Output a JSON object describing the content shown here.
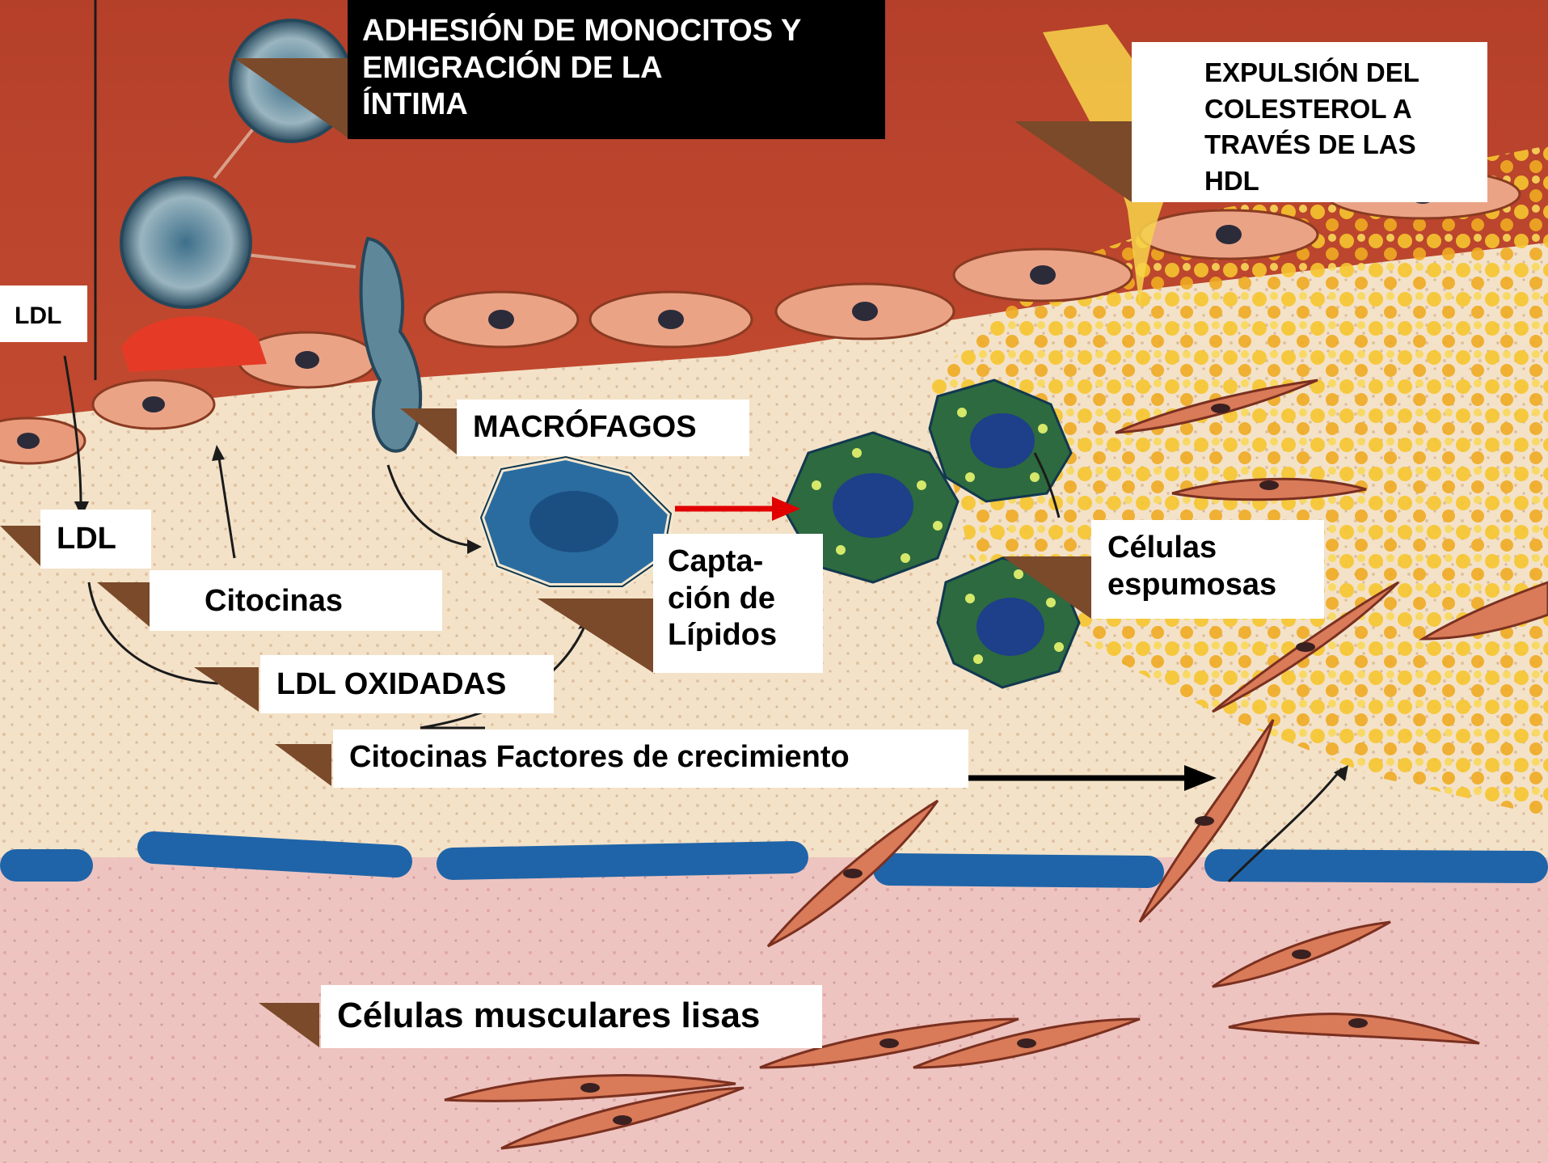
{
  "labels": {
    "adhesion": "ADHESIÓN DE MONOCITOS Y\nEMIGRACIÓN DE LA\nÍNTIMA",
    "hdl": "EXPULSIÓN DEL\nCOLESTEROL A\nTRAVÉS DE LAS\n HDL",
    "ldl_top": "LDL",
    "ldl_mid": "LDL",
    "macrofagos": "MACRÓFAGOS",
    "citocinas": "Citocinas",
    "captacion": "Capta-\nción de\nLípidos",
    "celulas_espumosas": "Células\nespumosas",
    "ldl_oxidadas": "LDL OXIDADAS",
    "citocinas_factores": "Citocinas Factores de crecimiento",
    "celulas_musculares": "Células musculares lisas"
  },
  "colors": {
    "lumen": "#b5402a",
    "intima": "#f3e2c8",
    "media": "#eec4c0",
    "lamina": "#1f64a8",
    "cell": "#d97a58",
    "pointer": "#7a4a2a",
    "lipid": "#f4c430",
    "arrow_red": "#e00000",
    "arrow_black": "#000000"
  }
}
